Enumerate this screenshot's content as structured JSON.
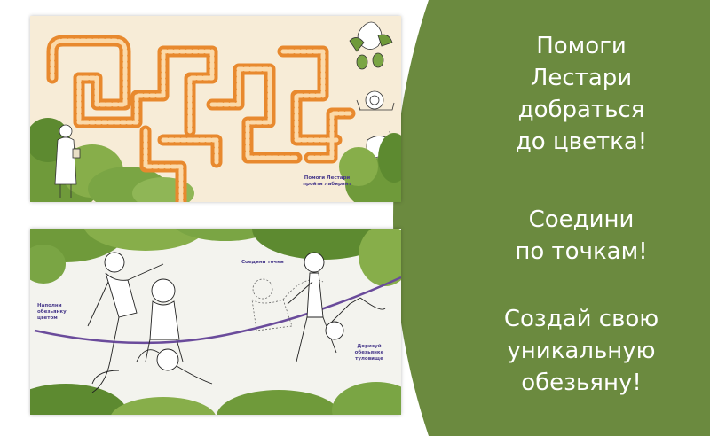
{
  "panel": {
    "accent_color": "#6b8a3f",
    "headline_1": [
      "Помоги",
      "Лестари",
      "добраться",
      "до цветка!"
    ],
    "headline_2": [
      "Соедини",
      "по точкам!"
    ],
    "headline_3": [
      "Создай свою",
      "уникальную",
      "обезьяну!"
    ]
  },
  "maze_page": {
    "caption_lines": [
      "Помоги Лестари",
      "пройти лабиринт"
    ],
    "icons": [
      "girl-icon",
      "flower-icon",
      "snail-icon",
      "lily-icon"
    ]
  },
  "monkey_page": {
    "caption_color": [
      "Наполни",
      "обезьянку",
      "цветом"
    ],
    "caption_dots": [
      "Соедини точки"
    ],
    "caption_draw": [
      "Дорисуй",
      "обезьянке",
      "туловище"
    ]
  }
}
